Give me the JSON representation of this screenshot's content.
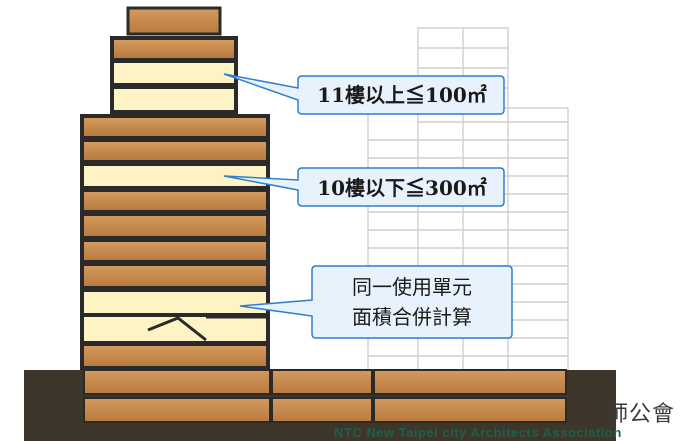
{
  "callouts": {
    "upper": {
      "text": "11樓以上≦100㎡"
    },
    "lower": {
      "text": "10樓以下≦300㎡"
    },
    "unit": {
      "line1": "同一使用單元",
      "line2": "面積合併計算"
    }
  },
  "watermark": {
    "org_cn": "師公會",
    "org_en": "NTC New Taipei city Architects Association"
  },
  "colors": {
    "brown_band": "#c88a4d",
    "cream_band": "#fdf3c4",
    "outline": "#2a2a2a",
    "ground": "#3e352b",
    "callout_fill": "#e8f2fc",
    "callout_stroke": "#2f7fd0"
  }
}
